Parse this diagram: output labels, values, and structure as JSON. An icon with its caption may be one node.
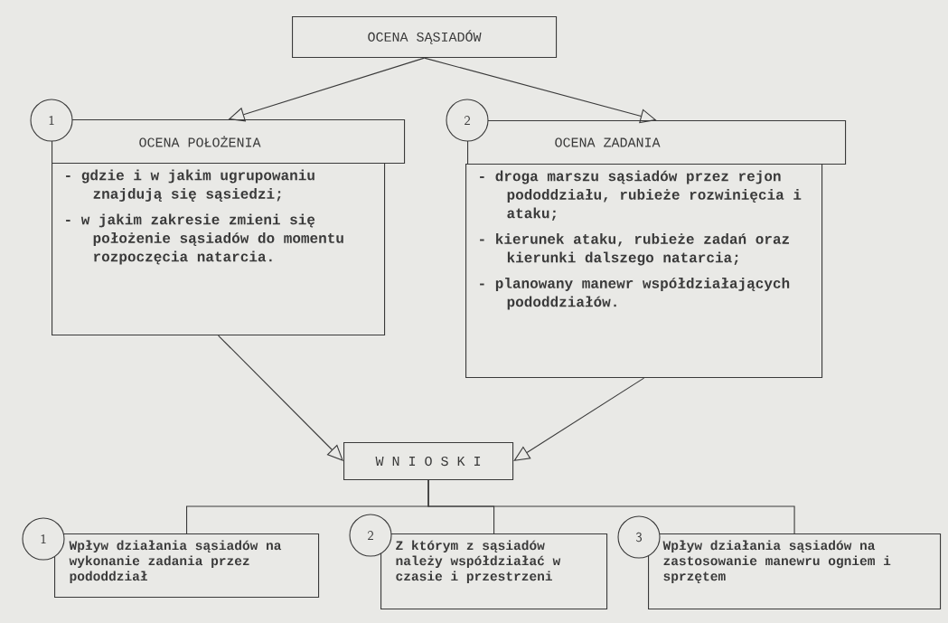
{
  "diagram": {
    "nodes": [
      {
        "text": [
          "OCENA SĄSIADÓW"
        ]
      },
      {
        "text": [
          "1"
        ]
      },
      {
        "text": [
          "OCENA POŁOŻENIA"
        ]
      },
      {
        "text": [
          "- gdzie i w jakim ugrupowaniu znajdują się sąsiedzi;",
          "- w jakim zakresie zmieni się położenie sąsiadów do momentu rozpoczęcia natarcia."
        ]
      },
      {
        "text": [
          "2"
        ]
      },
      {
        "text": [
          "OCENA ZADANIA"
        ]
      },
      {
        "text": [
          "- droga marszu sąsiadów przez rejon pododdziału, rubieże rozwinięcia i ataku;",
          "- kierunek ataku, rubieże zadań oraz kierunki dalszego natarcia;",
          "- planowany manewr współdziałających pododdziałów."
        ]
      },
      {
        "text": [
          "W N I O S K I"
        ]
      },
      {
        "text": [
          "1"
        ]
      },
      {
        "text": [
          "Wpływ działania sąsiadów na wykonanie zadania przez pododdział"
        ]
      },
      {
        "text": [
          "2"
        ]
      },
      {
        "text": [
          "Z którym z sąsiadów należy współdziałać w czasie i przestrzeni"
        ]
      },
      {
        "text": [
          "3"
        ]
      },
      {
        "text": [
          "Wpływ działania sąsiadów na zastosowanie manewru ogniem i sprzętem"
        ]
      }
    ],
    "edges": [
      {
        "from": 0,
        "to": 2,
        "arrow": "to"
      },
      {
        "from": 0,
        "to": 5,
        "arrow": "to"
      },
      {
        "from": 3,
        "to": 7,
        "arrow": "to"
      },
      {
        "from": 6,
        "to": 7,
        "arrow": "to"
      },
      {
        "from": 7,
        "to": 9,
        "arrow": "none"
      },
      {
        "from": 7,
        "to": 11,
        "arrow": "none"
      },
      {
        "from": 7,
        "to": 13,
        "arrow": "none"
      }
    ]
  }
}
